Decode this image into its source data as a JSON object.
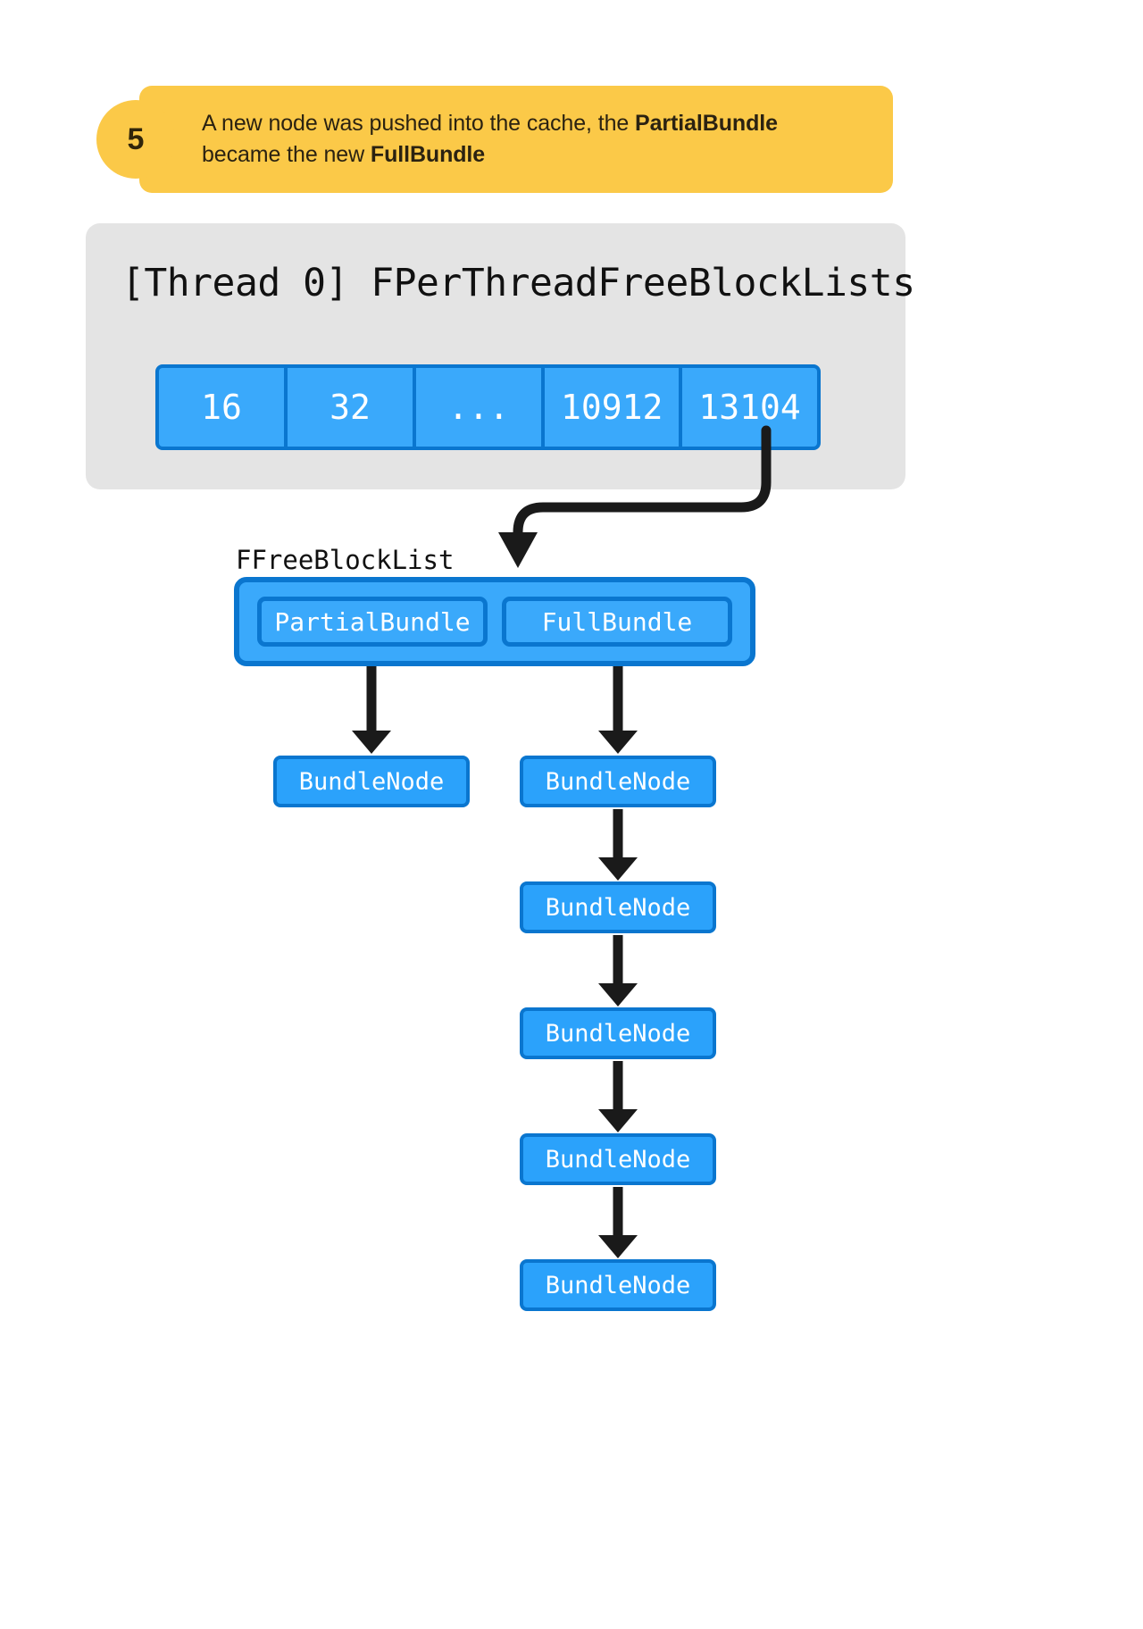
{
  "callout": {
    "step_number": "5",
    "text_parts": [
      {
        "t": "A new node was pushed into the cache, the ",
        "bold": false
      },
      {
        "t": "PartialBundle",
        "bold": true
      },
      {
        "t": " became the new ",
        "bold": false
      },
      {
        "t": "FullBundle",
        "bold": true
      }
    ],
    "text_plain": "A new node was pushed into the cache, the PartialBundle became the new FullBundle",
    "bg_color": "#fbc948",
    "text_color": "#2b2211"
  },
  "panel": {
    "title": "[Thread 0] FPerThreadFreeBlockLists",
    "bg_color": "#e4e4e4",
    "array": {
      "cells": [
        "16",
        "32",
        "...",
        "10912",
        "13104"
      ],
      "cell_fill": "#3aa9fb",
      "cell_border": "#0a76cf",
      "cell_text_color": "#ffffff"
    }
  },
  "free_block_list": {
    "label": "FFreeBlockList",
    "bundles": [
      {
        "label": "PartialBundle"
      },
      {
        "label": "FullBundle"
      }
    ],
    "box_fill": "#3aa9fb",
    "box_border": "#0a76cf"
  },
  "partial_chain": {
    "nodes": [
      "BundleNode"
    ]
  },
  "full_chain": {
    "nodes": [
      "BundleNode",
      "BundleNode",
      "BundleNode",
      "BundleNode",
      "BundleNode"
    ]
  },
  "colors": {
    "arrow": "#1a1a1a",
    "node_fill": "#2ba2fb",
    "node_border": "#0a76cf",
    "background": "#ffffff"
  }
}
